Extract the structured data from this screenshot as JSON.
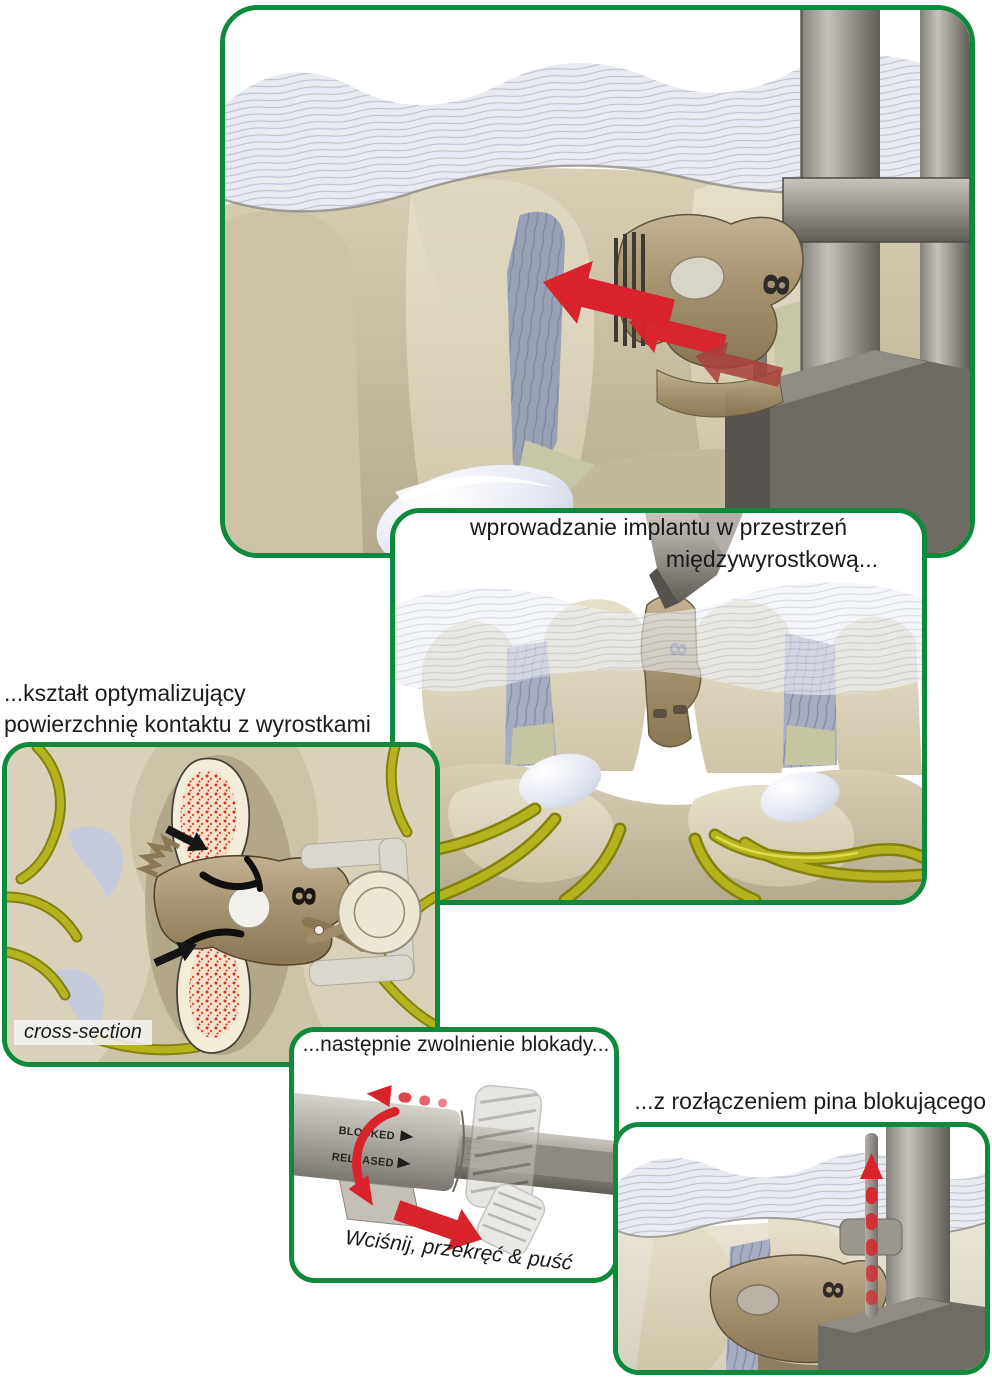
{
  "figure": {
    "implant_marking": "8",
    "panels": {
      "insertion": {
        "description": "implant insertion into interspinous space, red arrows show direction"
      },
      "lateral": {
        "caption_line1": "wprowadzanie implantu w przestrzeń",
        "caption_line2": "międzywyrostkową..."
      },
      "cross_section": {
        "caption_line1": "...kształt optymalizujący",
        "caption_line2": "powierzchnię kontaktu z wyrostkami",
        "view_label": "cross-section"
      },
      "lock_release": {
        "caption": "...następnie zwolnienie blokady...",
        "state_blocked": "BLOCKED",
        "state_released": "RELEASED",
        "instruction": "Wciśnij, przekręć & puść"
      },
      "pin_release": {
        "caption": "...z rozłączeniem pina blokującego"
      }
    },
    "colors": {
      "panel_border": "#0f8a3d",
      "arrow_red": "#d9232b",
      "implant_tan": "#a5926f",
      "instrument_gray": "#8e8a84",
      "nerve_yellow": "#b5b31e",
      "bone_beige": "#cfc5aa",
      "cancellous_red": "#cf3a1c"
    }
  }
}
